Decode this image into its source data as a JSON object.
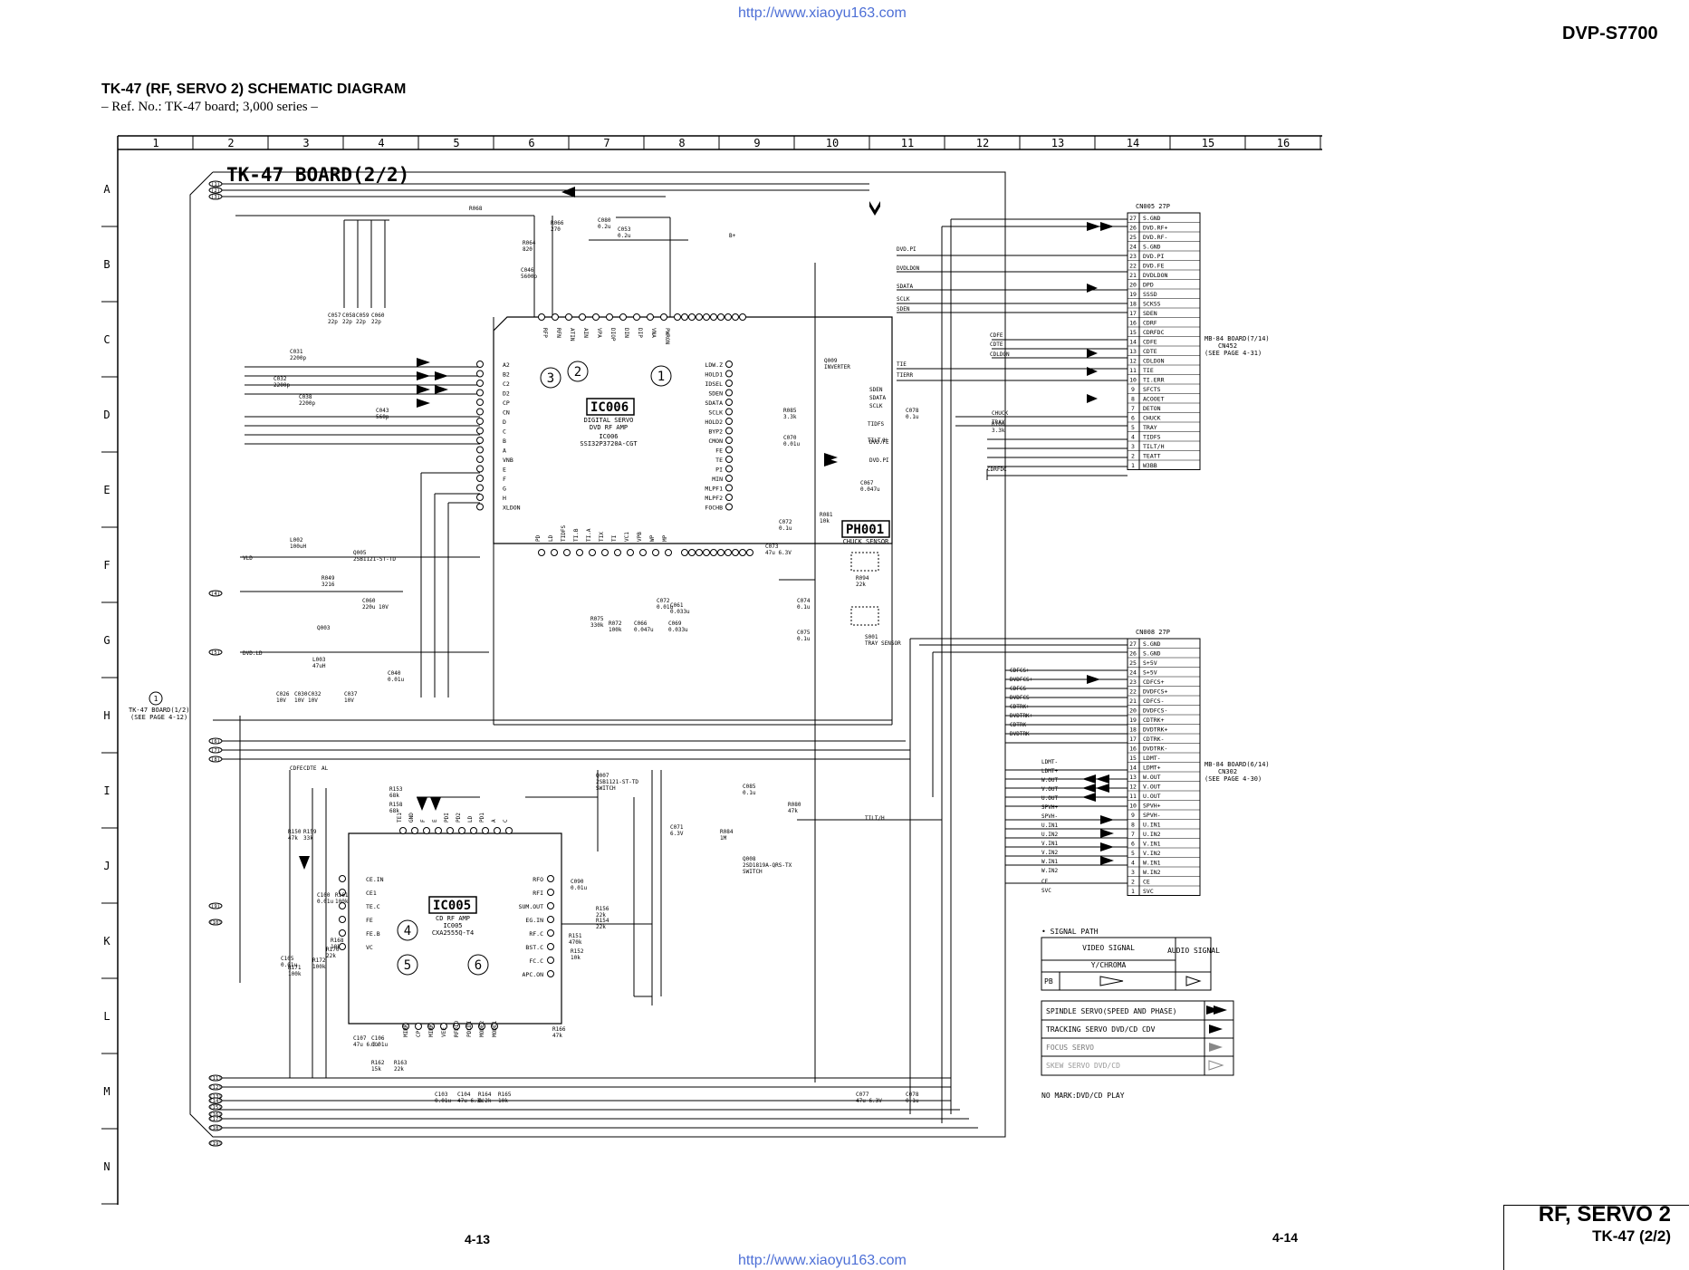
{
  "header": {
    "url_top": "http://www.xiaoyu163.com",
    "model": "DVP-S7700",
    "diagram_title": "TK-47 (RF, SERVO 2) SCHEMATIC  DIAGRAM",
    "ref_note": "– Ref. No.: TK-47 board; 3,000 series –"
  },
  "grid": {
    "columns": [
      "1",
      "2",
      "3",
      "4",
      "5",
      "6",
      "7",
      "8",
      "9",
      "10",
      "11",
      "12",
      "13",
      "14",
      "15",
      "16"
    ],
    "rows": [
      "A",
      "B",
      "C",
      "D",
      "E",
      "F",
      "G",
      "H",
      "I",
      "J",
      "K",
      "L",
      "M",
      "N"
    ]
  },
  "board_title": "TK-47 BOARD(2/2)",
  "ics": {
    "ic006": {
      "label": "IC006",
      "func": "DIGITAL SERVO",
      "func2": "DVD RF AMP",
      "ref": "IC006",
      "part": "SSI32P3720A-CGT"
    },
    "ic005": {
      "label": "IC005",
      "func": "CD RF AMP",
      "ref": "IC005",
      "part": "CXA2555Q-T4"
    },
    "ph001": {
      "label": "PH001",
      "func": "CHUCK SENSOR"
    }
  },
  "connectors": {
    "cn005": {
      "ref": "CN005   27P",
      "pins": [
        "27",
        "26",
        "25",
        "24",
        "23",
        "22",
        "21",
        "20",
        "19",
        "18",
        "17",
        "16",
        "15",
        "14",
        "13",
        "12",
        "11",
        "10",
        "9",
        "8",
        "7",
        "6",
        "5",
        "4",
        "3",
        "2",
        "1"
      ],
      "signals": [
        "S.GND",
        "DVD.RF+",
        "DVD.RF-",
        "S.GND",
        "DVD.PI",
        "DVD.FE",
        "DVDLDON",
        "DPD",
        "SSSD",
        "SCKSS",
        "SDEN",
        "CDRF",
        "CDRFDC",
        "CDFE",
        "CDTE",
        "CDLDON",
        "TIE",
        "TI.ERR",
        "SFCTS",
        "ACOOET",
        "DETON",
        "CHUCK",
        "TRAY",
        "TIDFS",
        "TILT/H",
        "TEATT",
        "W3BB"
      ],
      "board_ref": "MB-84 BOARD(7/14)",
      "board_cn": "CN452",
      "board_page": "(SEE PAGE 4-31)"
    },
    "cn008": {
      "ref": "CN008   27P",
      "pins": [
        "27",
        "26",
        "25",
        "24",
        "23",
        "22",
        "21",
        "20",
        "19",
        "18",
        "17",
        "16",
        "15",
        "14",
        "13",
        "12",
        "11",
        "10",
        "9",
        "8",
        "7",
        "6",
        "5",
        "4",
        "3",
        "2",
        "1"
      ],
      "signals": [
        "S.GND",
        "S.GND",
        "S+5V",
        "S+5V",
        "CDFCS+",
        "DVDFCS+",
        "CDFCS-",
        "DVDFCS-",
        "CDTRK+",
        "DVDTRK+",
        "CDTRK-",
        "DVDTRK-",
        "LDMT-",
        "LDMT+",
        "W.OUT",
        "V.OUT",
        "U.OUT",
        "SPVH+",
        "SPVH-",
        "U.IN1",
        "U.IN2",
        "V.IN1",
        "V.IN2",
        "W.IN1",
        "W.IN2",
        "CE",
        "SVC"
      ],
      "board_ref": "MB-84 BOARD(6/14)",
      "board_cn": "CN302",
      "board_page": "(SEE PAGE 4-30)"
    }
  },
  "left_ref": {
    "num": "1",
    "line1": "TK-47 BOARD(1/2)",
    "line2": "(SEE PAGE 4-12)"
  },
  "circled_labels": [
    "1",
    "2",
    "3",
    "4",
    "5",
    "6"
  ],
  "left_nets": [
    "(1)",
    "(2)",
    "(3)",
    "(4)",
    "(5)",
    "(6)",
    "(7)",
    "(8)",
    "(9)",
    "(10)",
    "(11)",
    "(12)",
    "(13)",
    "(14)",
    "(15)",
    "(16)",
    "(17)",
    "(18)",
    "(19)"
  ],
  "parts": [
    {
      "t": "R068"
    },
    {
      "t": "R066\n270"
    },
    {
      "t": "R064\n820"
    },
    {
      "t": "C046\n5600p"
    },
    {
      "t": "C053\n0.2u"
    },
    {
      "t": "C080\n0.2u"
    },
    {
      "t": "C057\n22p"
    },
    {
      "t": "C058\n22p"
    },
    {
      "t": "C059\n22p"
    },
    {
      "t": "C060\n22p"
    },
    {
      "t": "C031\n2200p"
    },
    {
      "t": "C032\n2200p"
    },
    {
      "t": "C038\n2200p"
    },
    {
      "t": "C043\n560p"
    },
    {
      "t": "Q009\nINVERTER"
    },
    {
      "t": "R085\n3.3k"
    },
    {
      "t": "C070\n0.01u"
    },
    {
      "t": "C067\n0.047u"
    },
    {
      "t": "C078\n0.1u"
    },
    {
      "t": "R100\n3.3k"
    },
    {
      "t": "R081\n10k"
    },
    {
      "t": "C072\n0.1u"
    },
    {
      "t": "C073\n47u 6.3V"
    },
    {
      "t": "C074\n0.1u"
    },
    {
      "t": "C075\n0.1u"
    },
    {
      "t": "R094\n22k"
    },
    {
      "t": "S001\nTRAY SENSOR"
    },
    {
      "t": "L002\n100uH"
    },
    {
      "t": "Q005\n2SB1121-ST-TD"
    },
    {
      "t": "R049\n3216"
    },
    {
      "t": "C060\n220u 10V"
    },
    {
      "t": "Q003"
    },
    {
      "t": "L003\n47uH"
    },
    {
      "t": "C040\n0.01u"
    },
    {
      "t": "C026\n10V"
    },
    {
      "t": "C030\n10V"
    },
    {
      "t": "C032\n10V"
    },
    {
      "t": "C037\n10V"
    },
    {
      "t": "C072\n0.01u"
    },
    {
      "t": "C061\n0.033u"
    },
    {
      "t": "C066\n0.047u"
    },
    {
      "t": "R075\n330k"
    },
    {
      "t": "R072\n100k"
    },
    {
      "t": "C069\n0.033u"
    },
    {
      "t": "Q007\n2SB1121-ST-TD\nSWITCH"
    },
    {
      "t": "Q008\n2SD1819A-QRS-TX\nSWITCH"
    },
    {
      "t": "C085\n0.1u"
    },
    {
      "t": "R080\n47k"
    },
    {
      "t": "R084\n1M"
    },
    {
      "t": "C071\n6.3V"
    },
    {
      "t": "R153\n68k"
    },
    {
      "t": "R158\n68k"
    },
    {
      "t": "R150\n47k"
    },
    {
      "t": "R159\n33k"
    },
    {
      "t": "C100\n0.01u"
    },
    {
      "t": "R161\n100k"
    },
    {
      "t": "R168\n10k"
    },
    {
      "t": "R170\n22k"
    },
    {
      "t": "R172\n100k"
    },
    {
      "t": "C105\n0.01u"
    },
    {
      "t": "R171\n100k"
    },
    {
      "t": "C090\n0.01u"
    },
    {
      "t": "R156\n22k"
    },
    {
      "t": "R154\n22k"
    },
    {
      "t": "R151\n470k"
    },
    {
      "t": "R152\n10k"
    },
    {
      "t": "C107\n47u 6.3V"
    },
    {
      "t": "C106\n0.01u"
    },
    {
      "t": "R162\n15k"
    },
    {
      "t": "R163\n22k"
    },
    {
      "t": "C103\n0.01u"
    },
    {
      "t": "C104\n47u 6.3V"
    },
    {
      "t": "R164\n8.2k"
    },
    {
      "t": "R165\n10k"
    },
    {
      "t": "R166\n47k"
    },
    {
      "t": "C077\n47u 6.3V"
    },
    {
      "t": "C078\n0.1u"
    }
  ],
  "ic006_pins_left": [
    "A2",
    "B2",
    "C2",
    "D2",
    "CP",
    "CN",
    "D",
    "C",
    "B",
    "A",
    "VNB",
    "E",
    "F",
    "G",
    "H",
    "XLDON"
  ],
  "ic006_pins_right": [
    "LDW.Z",
    "HOLD1",
    "IDSEL",
    "SDEN",
    "SDATA",
    "SCLK",
    "HOLD2",
    "BYP2",
    "CMON",
    "FE",
    "TE",
    "PI",
    "MIN",
    "MLPF1",
    "MLPF2",
    "FOCHB"
  ],
  "ic006_pins_top": [
    "RFP",
    "RFN",
    "ATIN",
    "AIN",
    "VPA",
    "DIOP",
    "DIN",
    "DIP",
    "VNA",
    "PWRON"
  ],
  "ic006_pins_bottom": [
    "PD",
    "LD",
    "TIDFS",
    "TI.B",
    "TI.A",
    "TIX",
    "TI",
    "VC1",
    "VPB",
    "WP",
    "MP"
  ],
  "ic005_pins_left": [
    "CE.IN",
    "CE1",
    "TE.C",
    "FE",
    "FE.B",
    "VC"
  ],
  "ic005_pins_right": [
    "RFO",
    "RFI",
    "SUM.OUT",
    "EG.IN",
    "RF.C",
    "BST.C",
    "FC.C",
    "APC.ON"
  ],
  "ic005_pins_top": [
    "TE1",
    "GND",
    "F",
    "E",
    "PDI",
    "PD2",
    "LD",
    "PD1",
    "A",
    "C"
  ],
  "ic005_pins_bottom": [
    "MIRR",
    "CP",
    "MIRR",
    "VEE",
    "RFDIO",
    "PDLDI",
    "MODE2",
    "MODE1"
  ],
  "net_labels": [
    "DVD.PI",
    "DVDLDON",
    "SDATA",
    "SCLK",
    "SDEN",
    "CDFE",
    "CDTE",
    "CDLDON",
    "TIE",
    "TIERR",
    "SDEN",
    "SDATA",
    "SCLK",
    "CHUCK",
    "TRAY",
    "TIDFS",
    "TILT/H",
    "CDRFDC",
    "DVD.FE",
    "DVD.PI",
    "VLD",
    "DVD.LD",
    "CDFE",
    "CDTE",
    "AL",
    "TILT/H",
    "DVDFCS+",
    "CDFCS-",
    "DVDFCS-",
    "CDTRK+",
    "DVDTRK+",
    "CDTRK-",
    "DVDTRK-",
    "LDMT-",
    "LDMT+",
    "W.OUT",
    "V.OUT",
    "U.OUT",
    "SPVH+",
    "SPVH-",
    "U.IN1",
    "U.IN2",
    "V.IN1",
    "V.IN2",
    "W.IN1",
    "W.IN2",
    "CE",
    "SVC",
    "CDFCS+",
    "B+"
  ],
  "legend": {
    "heading": "• SIGNAL PATH",
    "video_signal": "VIDEO SIGNAL",
    "y_chroma": "Y/CHROMA",
    "audio_signal": "AUDIO SIGNAL",
    "pb": "PB",
    "items": [
      "SPINDLE SERVO(SPEED AND PHASE)",
      "TRACKING SERVO DVD/CD CDV",
      "FOCUS SERVO",
      "SKEW SERVO DVD/CD"
    ],
    "note": "NO MARK:DVD/CD PLAY"
  },
  "footer": {
    "page_left": "4-13",
    "page_right": "4-14",
    "url_bottom": "http://www.xiaoyu163.com",
    "section_title": "RF, SERVO 2",
    "section_sub": "TK-47 (2/2)"
  },
  "colors": {
    "url": "#4d6fd6",
    "ink": "#000000"
  }
}
